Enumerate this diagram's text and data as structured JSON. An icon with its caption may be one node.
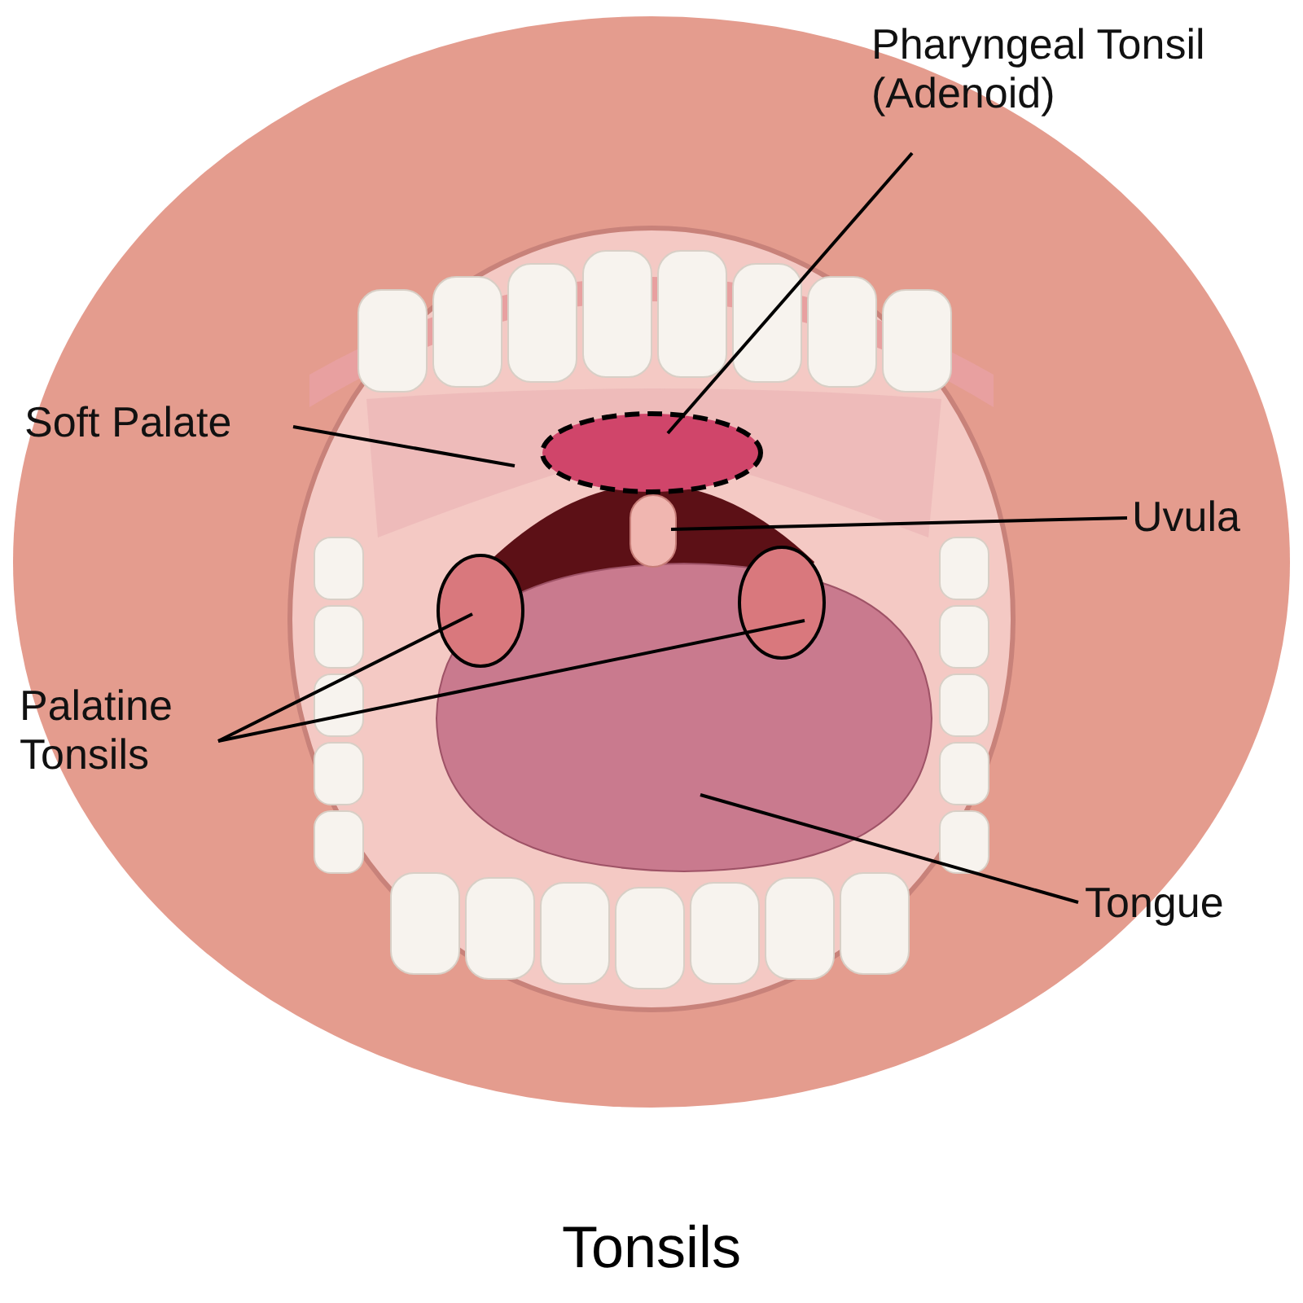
{
  "diagram": {
    "title": "Tonsils",
    "nodes": [
      {
        "text": [
          "Pharyngeal Tonsil (Adenoid)"
        ]
      },
      {
        "text": [],
        "shape": "circle"
      },
      {
        "text": [
          "Soft Palate"
        ]
      },
      {
        "text": [],
        "shape": "picture"
      },
      {
        "text": [
          "Uvula"
        ]
      },
      {
        "text": [],
        "shape": "box"
      },
      {
        "text": [
          "Palatine Tonsils"
        ]
      },
      {
        "text": [],
        "shape": "circle"
      },
      {
        "text": [],
        "shape": "circle"
      },
      {
        "text": [
          "Tongue"
        ]
      },
      {
        "text": [],
        "shape": "picture"
      }
    ],
    "edges": [
      {
        "from": 0,
        "to": 1,
        "arrow": "none"
      },
      {
        "from": 2,
        "to": 3,
        "arrow": "none"
      },
      {
        "from": 4,
        "to": 5,
        "arrow": "none"
      },
      {
        "from": 6,
        "to": 7,
        "arrow": "none"
      },
      {
        "from": 6,
        "to": 8,
        "arrow": "none"
      },
      {
        "from": 9,
        "to": 10,
        "arrow": "none"
      }
    ]
  }
}
